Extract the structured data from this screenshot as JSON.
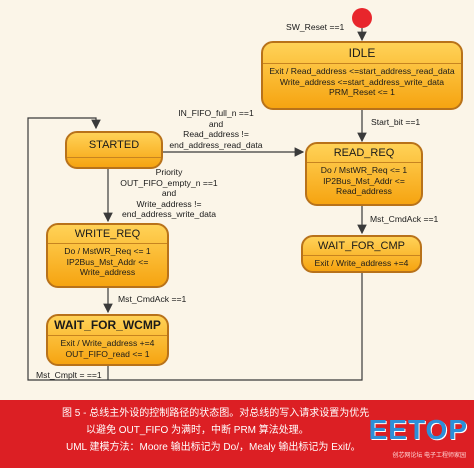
{
  "diagram": {
    "states": {
      "idle": {
        "name": "IDLE",
        "actions": [
          "Exit / Read_address <=start_address_read_data",
          "Write_address <=start_address_write_data",
          "PRM_Reset <= 1"
        ]
      },
      "started": {
        "name": "STARTED",
        "actions": []
      },
      "read_req": {
        "name": "READ_REQ",
        "actions": [
          "Do / MstWR_Req <= 1",
          "IP2Bus_Mst_Addr <=",
          "Read_address"
        ]
      },
      "wait_for_cmp": {
        "name": "WAIT_FOR_CMP",
        "actions": [
          "Exit / Write_address +=4"
        ]
      },
      "write_req": {
        "name": "WRITE_REQ",
        "actions": [
          "Do / MstWR_Req <= 1",
          "IP2Bus_Mst_Addr <=",
          "Write_address"
        ]
      },
      "wait_for_wcmp": {
        "name": "WAIT_FOR_WCMP",
        "actions": [
          "Exit / Write_address +=4",
          "OUT_FIFO_read <= 1"
        ]
      }
    },
    "transitions": {
      "sw_reset": "SW_Reset ==1",
      "start_bit": "Start_bit ==1",
      "in_fifo": [
        "IN_FIFO_full_n ==1",
        "and",
        "Read_address !=",
        "end_address_read_data"
      ],
      "priority": [
        "Priority",
        "OUT_FIFO_empty_n ==1",
        "and",
        "Write_address !=",
        "end_address_write_data"
      ],
      "read_cmdack": "Mst_CmdAck ==1",
      "write_cmdack": "Mst_CmdAck ==1",
      "cmplt": "Mst_Cmplt = ==1"
    },
    "colors": {
      "state_fill_top": "#ffd257",
      "state_fill_bottom": "#f6a411",
      "state_border": "#b8721a",
      "initial_dot": "#e8262c",
      "arrow": "#3a3a3a"
    }
  },
  "caption": {
    "lines": [
      "图 5 - 总线主外设的控制路径的状态图。对总线的写入请求设置为优先",
      "以避免 OUT_FIFO 为满时，中断 PRM 算法处理。",
      "UML 建模方法：Moore 输出标记为 Do/，Mealy 输出标记为 Exit/。"
    ],
    "logo": "EETOP",
    "logo_sub": "创芯网论坛 电子工程师家园",
    "colors": {
      "background": "#dc1f24",
      "text": "#ffffff",
      "logo": "#2d8fd8"
    }
  }
}
